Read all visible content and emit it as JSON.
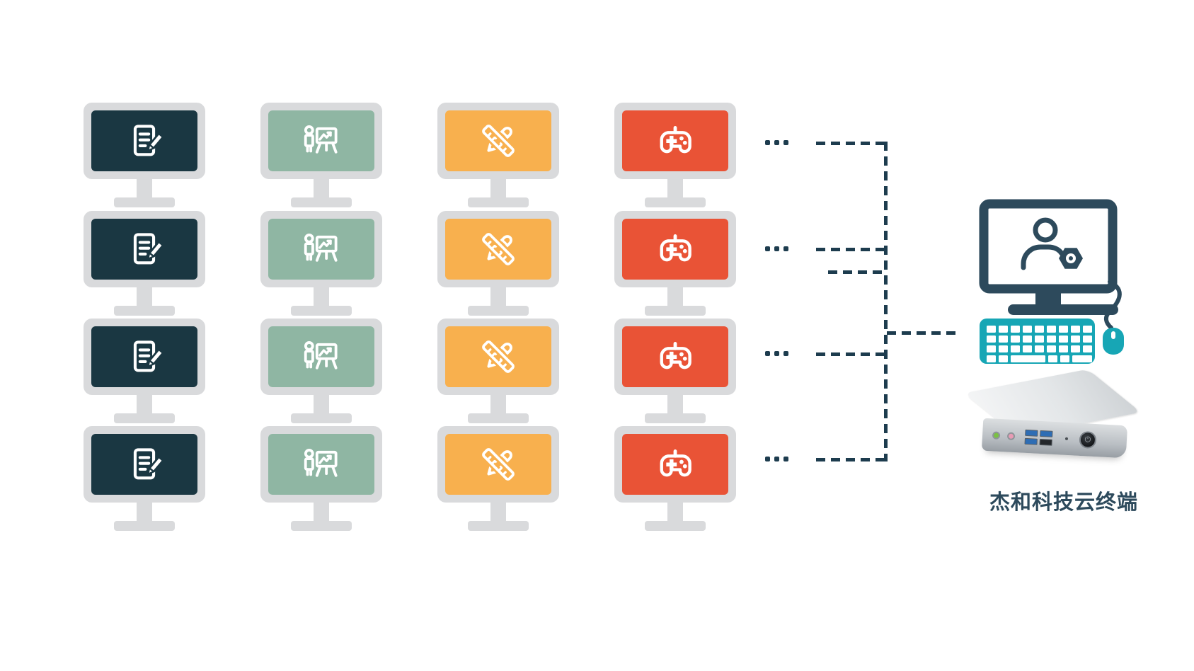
{
  "colors": {
    "monitor_frame": "#d9dadc",
    "connector": "#1d3c4e",
    "navy": "#2d4a5c",
    "teal": "#17a6b5",
    "office_dark": "#1a3742",
    "sage_green": "#8fb6a3",
    "amber": "#f8b04e",
    "vermilion": "#e95336"
  },
  "client_grid": {
    "rows": 4,
    "ellipsis_dots_per_row": 3,
    "columns": [
      {
        "name": "documents",
        "icon": "document-edit-icon",
        "screen_color": "#1a3742"
      },
      {
        "name": "presentation",
        "icon": "presentation-chart-icon",
        "screen_color": "#8fb6a3"
      },
      {
        "name": "design",
        "icon": "ruler-pencil-icon",
        "screen_color": "#f8b04e"
      },
      {
        "name": "gaming",
        "icon": "gamepad-icon",
        "screen_color": "#e95336"
      }
    ]
  },
  "host": {
    "label": "杰和科技云终端",
    "monitor_icon": "user-gear-icon",
    "peripherals": [
      "keyboard",
      "mouse"
    ],
    "device": "mini-pc"
  }
}
